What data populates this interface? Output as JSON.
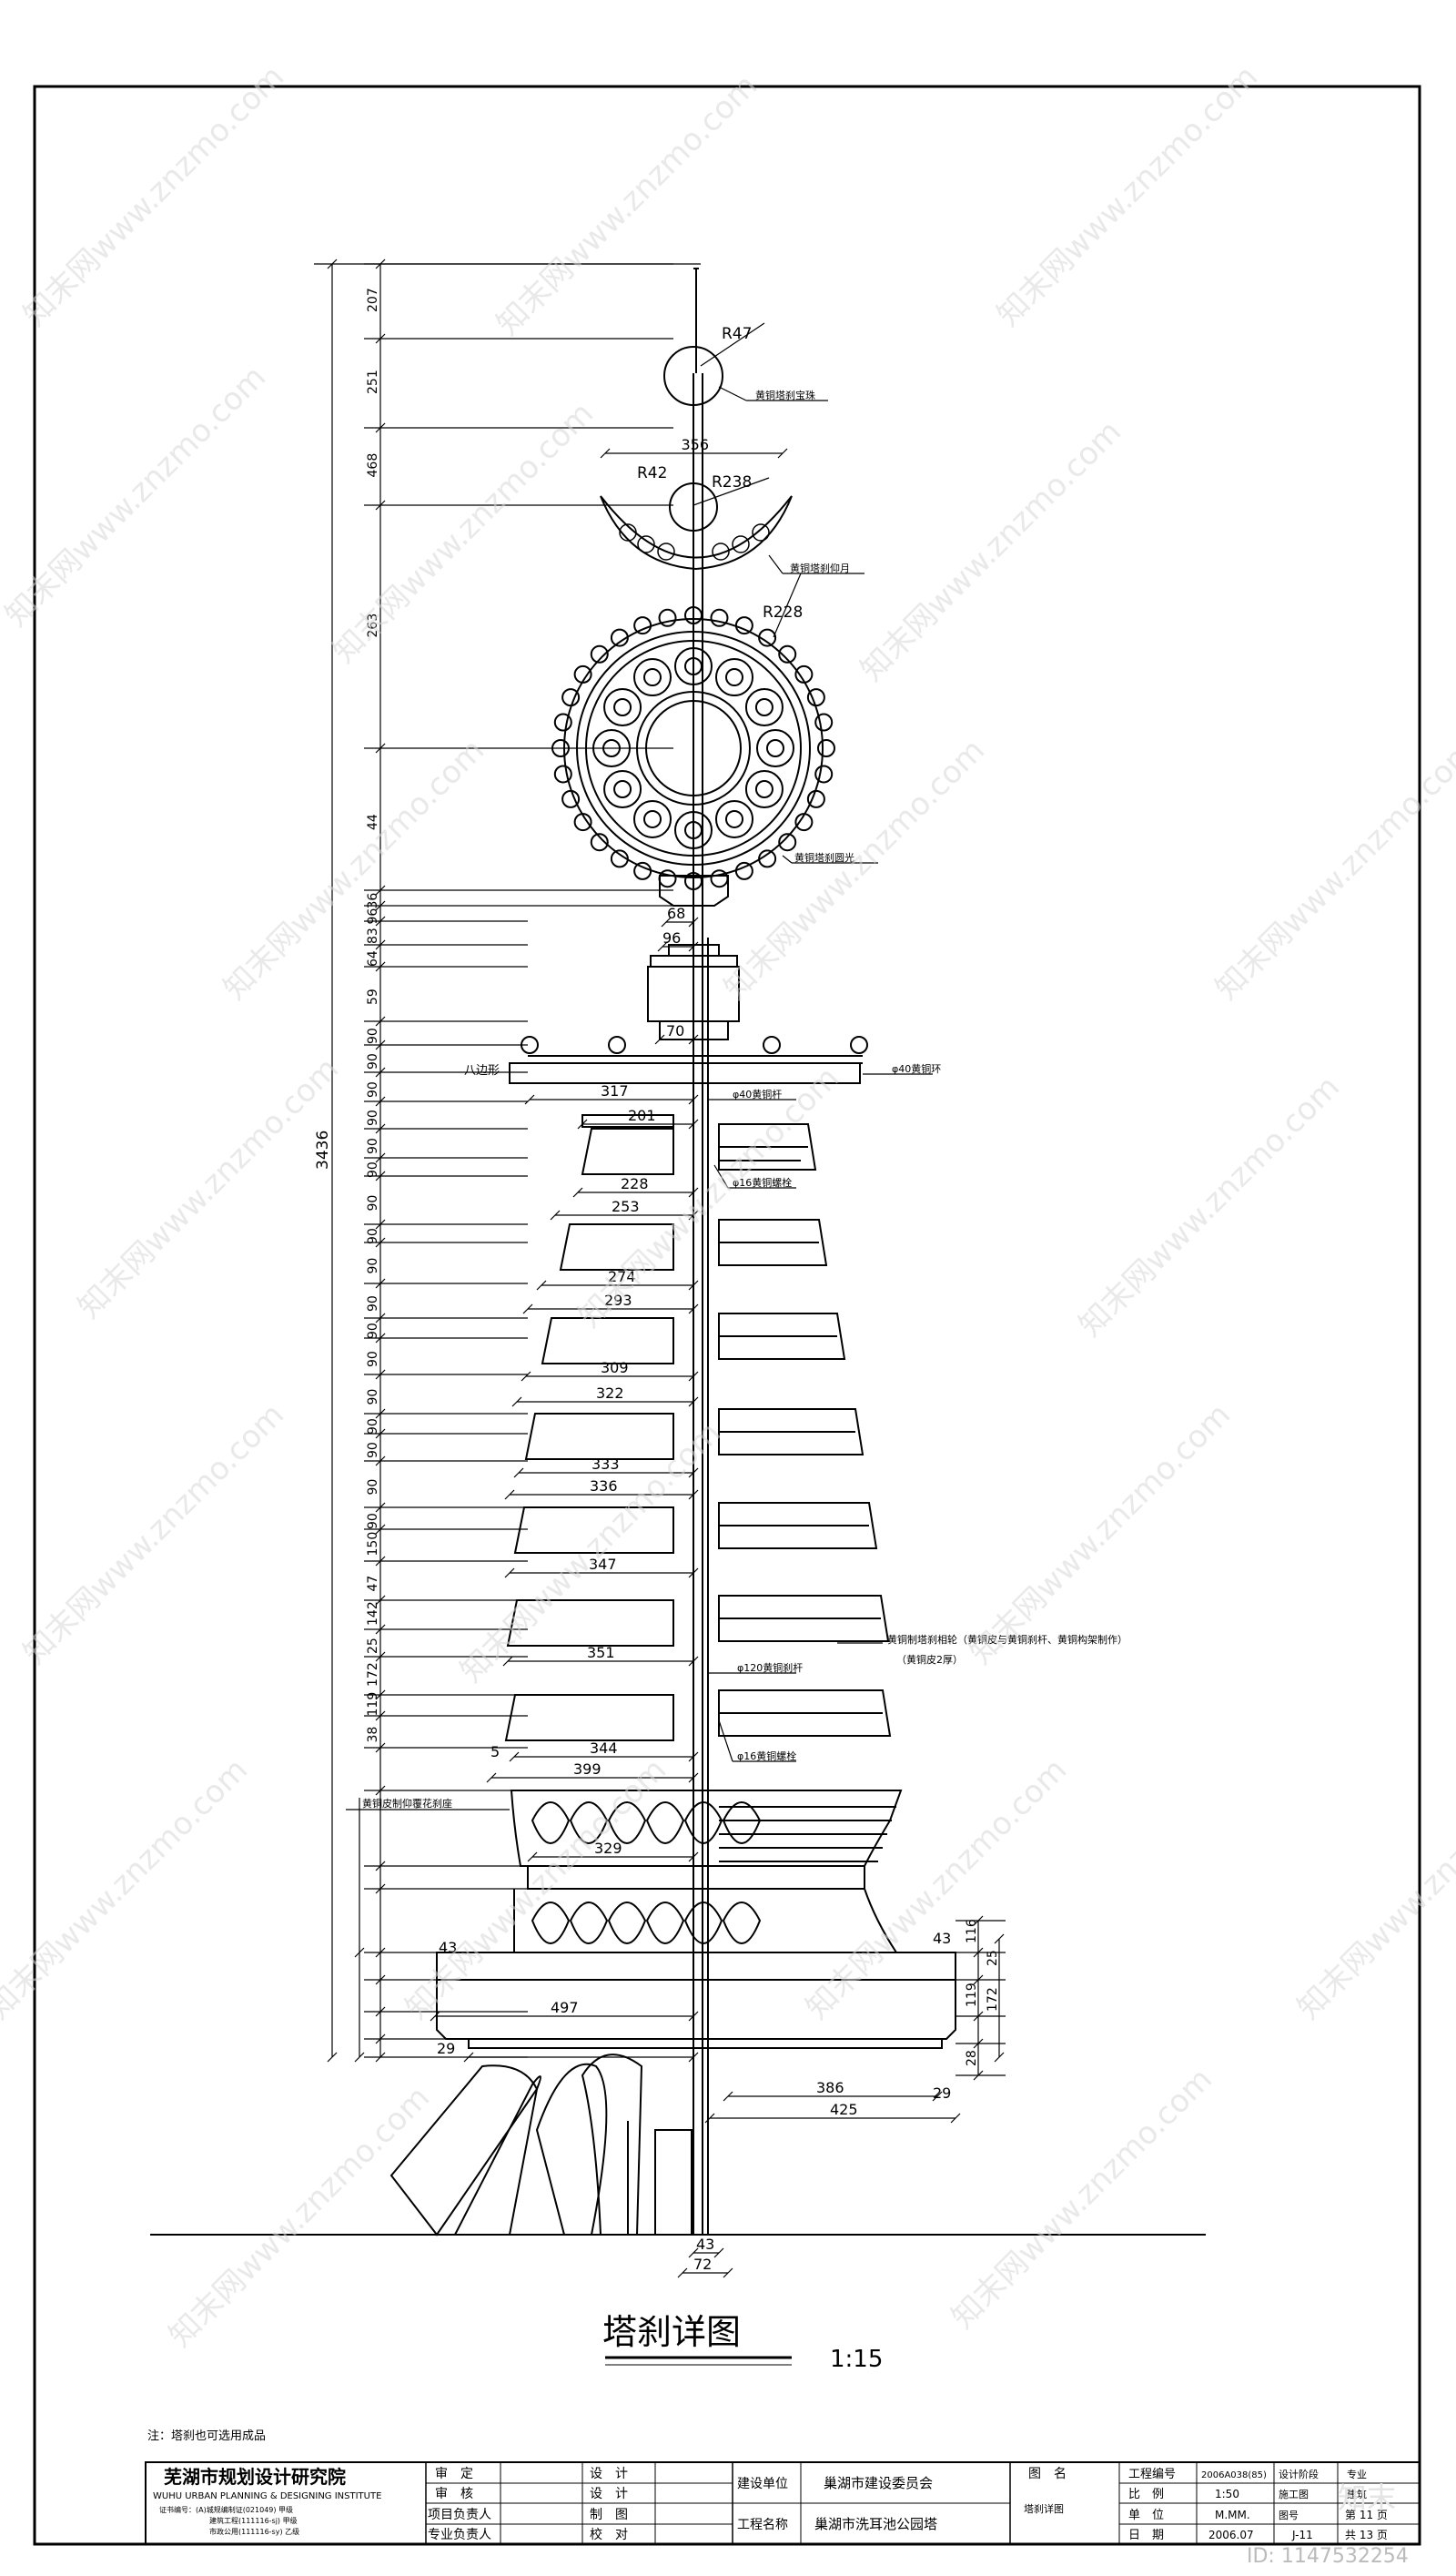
{
  "drawing": {
    "title": "塔刹详图",
    "scale": "1:15",
    "note": "注：塔刹也可选用成品",
    "overall_height": "3436",
    "left_dims": [
      "207",
      "251",
      "468",
      "263",
      "44",
      "36",
      "96",
      "83",
      "64",
      "59",
      "90",
      "90",
      "90",
      "90",
      "90",
      "90",
      "90",
      "90",
      "90",
      "90",
      "90",
      "90",
      "90",
      "90",
      "90",
      "90",
      "90",
      "150",
      "47",
      "142",
      "25",
      "172",
      "119",
      "38"
    ],
    "right_dims": [
      "116",
      "25",
      "119",
      "172",
      "28"
    ],
    "labels": {
      "r47": "R47",
      "d356": "356",
      "r42": "R42",
      "r238": "R238",
      "r228": "R228",
      "d68": "68",
      "d96": "96",
      "d70": "70",
      "d317": "317",
      "d201": "201",
      "d228": "228",
      "d253": "253",
      "d274": "274",
      "d293": "293",
      "d309": "309",
      "d322": "322",
      "d333": "333",
      "d336": "336",
      "d347": "347",
      "d351": "351",
      "d5": "5",
      "d344": "344",
      "d399": "399",
      "d329": "329",
      "d43a": "43",
      "d43b": "43",
      "d497": "497",
      "d29a": "29",
      "d386": "386",
      "d29b": "29",
      "d425": "425",
      "d43c": "43",
      "d72": "72",
      "octagon": "八边形"
    },
    "annotations": {
      "ball": "黄铜塔刹宝珠",
      "moon": "黄铜塔刹仰月",
      "wheel": "黄铜塔刹圆光",
      "ring": "φ40黄铜环",
      "rod1": "φ40黄铜杆",
      "bolt1": "φ16黄铜螺栓",
      "disc": "黄铜制塔刹相轮（黄铜皮与黄铜刹杆、黄铜构架制作）",
      "disc_sub": "（黄铜皮2厚）",
      "rod2": "φ120黄铜刹杆",
      "bolt2": "φ16黄铜螺栓",
      "lotus": "黄铜皮制仰覆花刹座"
    }
  },
  "title_block": {
    "institute_cn": "芜湖市规划设计研究院",
    "institute_en": "WUHU URBAN PLANNING & DESIGNING INSTITUTE",
    "cert_line1": "证书编号：(A)城规编制证(021049) 甲级",
    "cert_line2": "建筑工程(111116-sj) 甲级",
    "cert_line3": "市政公用(111116-sy) 乙级",
    "roles_col1": [
      "审　定",
      "审　核",
      "项目负责人",
      "专业负责人"
    ],
    "roles_col2": [
      "设　计",
      "设　计",
      "制　图",
      "校　对"
    ],
    "client_label": "建设单位",
    "client_value": "巢湖市建设委员会",
    "project_label": "工程名称",
    "project_value": "巢湖市洗耳池公园塔",
    "drawing_name_label": "图　名",
    "drawing_name_value": "塔刹详图",
    "project_no_label": "工程编号",
    "project_no_value": "2006A038(85)",
    "scale_label": "比　例",
    "scale_value": "1:50",
    "unit_label": "单　位",
    "unit_value": "M.MM.",
    "date_label": "日　期",
    "date_value": "2006.07",
    "stage_label": "设计阶段",
    "stage_value": "施工图",
    "sheet_label": "图号",
    "sheet_value": "J-11",
    "page_value": "第 11 页",
    "total_value": "共 13 页",
    "category_label": "专业",
    "category_value": "建筑"
  },
  "watermark": {
    "text": "知末网www.znzmo.com",
    "id_text": "ID: 1147532254",
    "brand": "知末"
  }
}
